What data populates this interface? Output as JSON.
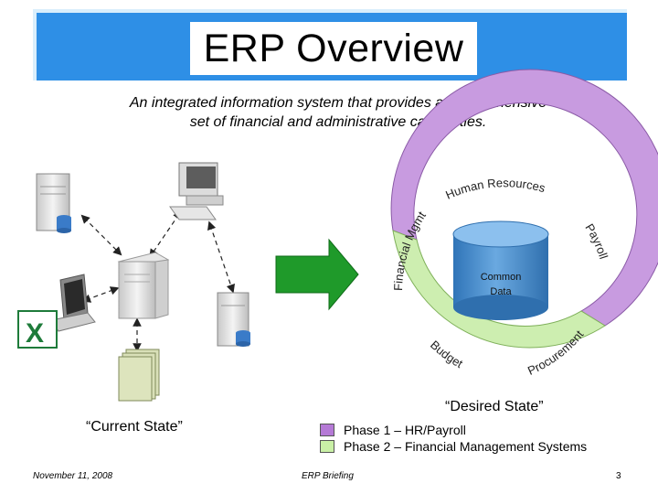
{
  "slide": {
    "title": "ERP Overview",
    "subtitle_line1": "An integrated information system that provides a comprehensive",
    "subtitle_line2": "set of financial and administrative capabilities."
  },
  "diagram": {
    "current_state_label": "“Current State”",
    "desired_state_label": "“Desired State”",
    "center_label_line1": "Common",
    "center_label_line2": "Data",
    "modules": {
      "human_resources": "Human Resources",
      "payroll": "Payroll",
      "financial_mgmt": "Financial Mgmt",
      "budget": "Budget",
      "procurement": "Procurement"
    }
  },
  "legend": [
    {
      "label": "Phase 1 – HR/Payroll",
      "color": "#b57ad6"
    },
    {
      "label": "Phase 2 – Financial Management Systems",
      "color": "#c9f0a6"
    }
  ],
  "colors": {
    "title_bar": "#2e8fe6",
    "phase1_ring": "#c89be0",
    "phase2_ring": "#cdeeb0",
    "arrow": "#1f9a2a",
    "cylinder": "#4a8fd0"
  },
  "footer": {
    "date": "November 11, 2008",
    "center": "ERP Briefing",
    "page": "3"
  }
}
